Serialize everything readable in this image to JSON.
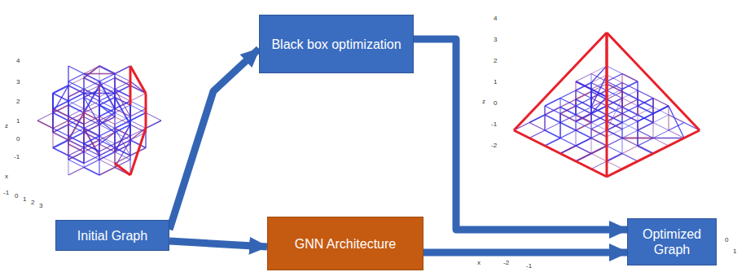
{
  "diagram": {
    "nodes": [
      {
        "text": [
          "Initial Graph"
        ]
      },
      {
        "text": [
          "Black box optimization"
        ]
      },
      {
        "text": [
          "GNN Architecture"
        ]
      },
      {
        "text": [
          "Optimized Graph"
        ]
      }
    ],
    "edges": [
      {
        "from": 0,
        "to": 1,
        "arrow": "to"
      },
      {
        "from": 0,
        "to": 2,
        "arrow": "to"
      },
      {
        "from": 1,
        "to": 3,
        "arrow": "to"
      },
      {
        "from": 2,
        "to": 3,
        "arrow": "to"
      }
    ],
    "labels": [
      "4",
      "3",
      "2",
      "1",
      "0",
      "-1",
      "z",
      "x",
      "-1",
      "0",
      "1",
      "2",
      "3",
      "4",
      "3",
      "2",
      "1",
      "0",
      "-1",
      "-2",
      "z",
      "x",
      "-2",
      "-1",
      "0",
      "1"
    ]
  }
}
